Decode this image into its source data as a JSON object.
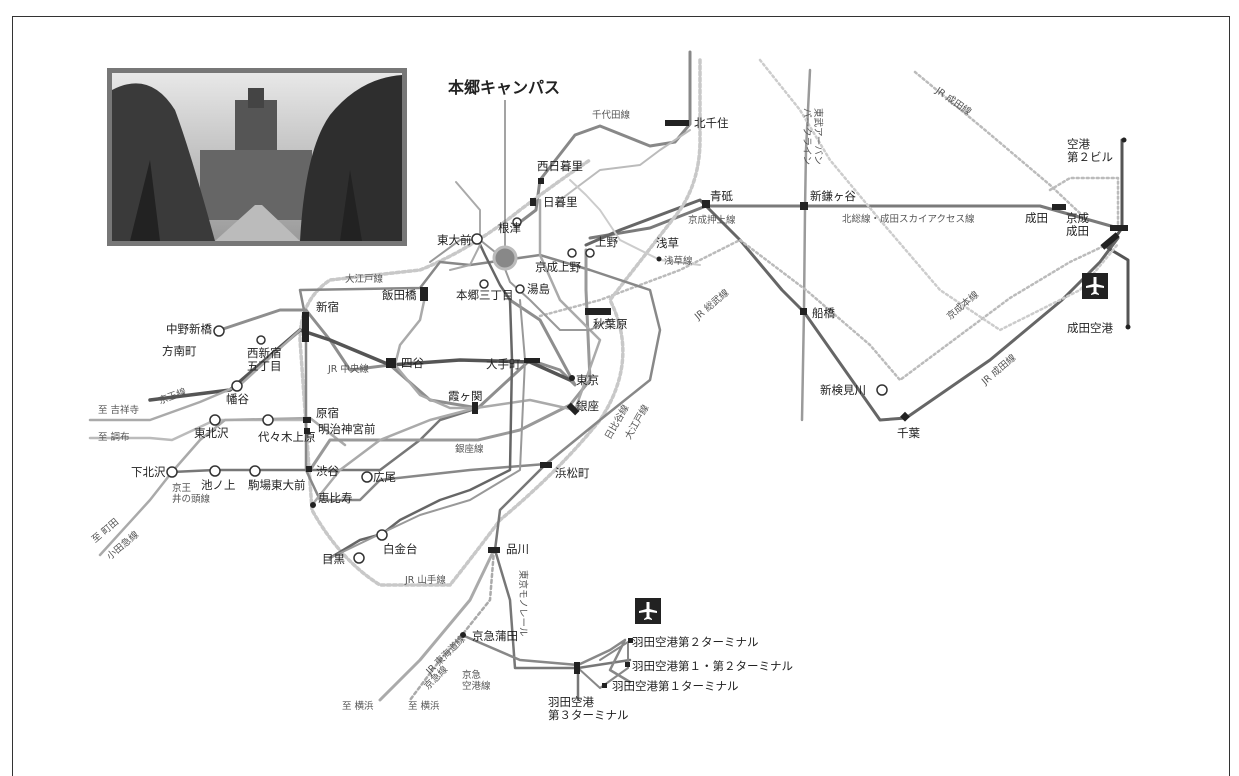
{
  "campus": {
    "title": "本郷キャンパス"
  },
  "colors": {
    "dark_line": "#555555",
    "mid_line": "#888888",
    "light_line": "#aaaaaa",
    "pale_line": "#cccccc",
    "campus_marker": "#888888"
  },
  "icons": {
    "airport_haneda": "airplane-icon",
    "airport_narita": "airplane-icon",
    "campus_photo": "campus-photo"
  },
  "stations": {
    "kitasenju": "北千住",
    "nishinippori": "西日暮里",
    "nippori": "日暮里",
    "nezu": "根津",
    "todaimae": "東大前",
    "keisei_ueno": "京成上野",
    "ueno": "上野",
    "asakusa": "浅草",
    "aoto": "青砥",
    "shinkamagaya": "新鎌ヶ谷",
    "narita": "成田",
    "keisei_narita": "京成\n成田",
    "airport_t2_narita": "空港\n第２ビル",
    "narita_airport": "成田空港",
    "funabashi": "船橋",
    "shinkemigawa": "新検見川",
    "chiba": "千葉",
    "iidabashi": "飯田橋",
    "hongo_sanchome": "本郷三丁目",
    "yushima": "湯島",
    "akihabara": "秋葉原",
    "shinjuku": "新宿",
    "nakano_shimbashi": "中野新橋",
    "honancho": "方南町",
    "nishishinjuku_gochome": "西新宿\n五丁目",
    "hatagaya": "幡谷",
    "yotsuya": "四谷",
    "otemachi": "大手町",
    "tokyo": "東京",
    "ginza": "銀座",
    "kasumigaseki": "霞ヶ関",
    "harajuku": "原宿",
    "meiji_jingumae": "明治神宮前",
    "higashi_kitazawa": "東北沢",
    "yoyogi_uehara": "代々木上原",
    "shimokitazawa": "下北沢",
    "ikenoue": "池ノ上",
    "komaba_todaimae": "駒場東大前",
    "shibuya": "渋谷",
    "hiroo": "広尾",
    "ebisu": "恵比寿",
    "hamamatsucho": "浜松町",
    "shirokanedai": "白金台",
    "meguro": "目黒",
    "shinagawa": "品川",
    "keikyu_kamata": "京急蒲田",
    "haneda_t2": "羽田空港第２ターミナル",
    "haneda_t12": "羽田空港第１・第２ターミナル",
    "haneda_t1": "羽田空港第１ターミナル",
    "haneda_t3": "羽田空港\n第３ターミナル"
  },
  "lines": {
    "chiyoda": "千代田線",
    "keisei_oshiage": "京成押上線",
    "tobu_urban_park": "東武アーバン\nパークライン",
    "jr_narita_top": "JR 成田線",
    "hokuso_skyaccess": "北総線・成田スカイアクセス線",
    "asakusa_line": "浅草線",
    "oedo_top": "大江戸線",
    "jr_sobu": "JR 総武線",
    "jr_chuo": "JR 中央線",
    "keio": "京王線",
    "odakyu": "小田急線",
    "keio_inokashira": "京王\n井の頭線",
    "ginza_line": "銀座線",
    "hibiya": "日比谷線",
    "oedo_bottom": "大江戸線",
    "jr_yamanote": "JR 山手線",
    "keisei_main": "京成本線",
    "jr_narita_bottom": "JR 成田線",
    "monorail": "東京モノレール",
    "jr_tokaido": "JR 東海道線",
    "keikyu": "京急線",
    "keikyu_airport": "京急\n空港線"
  },
  "destinations": {
    "kichijoji": "至 吉祥寺",
    "chofu": "至 調布",
    "machida": "至 町田",
    "yokohama_jr": "至 横浜",
    "yokohama_keikyu": "至 横浜"
  }
}
